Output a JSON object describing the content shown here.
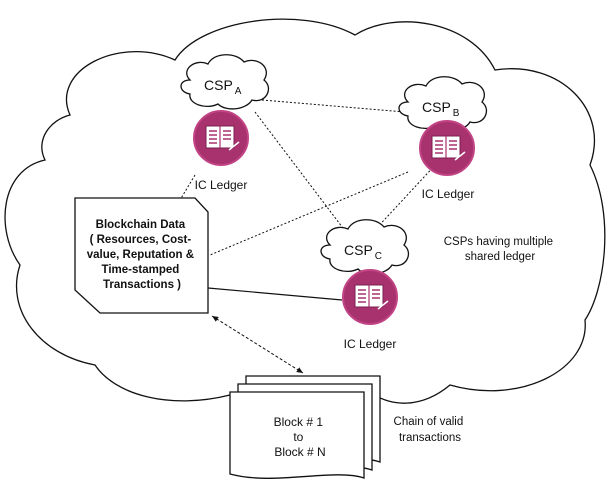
{
  "nodes": {
    "csp_a": {
      "label": "CSP",
      "sub": "A",
      "ledger": "IC Ledger"
    },
    "csp_b": {
      "label": "CSP",
      "sub": "B",
      "ledger": "IC Ledger"
    },
    "csp_c": {
      "label": "CSP",
      "sub": "C",
      "ledger": "IC Ledger"
    }
  },
  "blockchain_data": {
    "lines": [
      "Blockchain Data",
      "( Resources, Cost-",
      "value, Reputation &",
      "Time-stamped",
      "Transactions )"
    ]
  },
  "blocks": {
    "lines": [
      "Block # 1",
      "to",
      "Block  # N"
    ]
  },
  "notes": {
    "shared": [
      "CSPs having multiple",
      "shared ledger"
    ],
    "chain": [
      "Chain of valid",
      "transactions"
    ]
  },
  "colors": {
    "ledger_fill": "#a8326e",
    "ledger_ring": "#c24485",
    "stroke": "#111111"
  },
  "icons": {
    "ledger": "ledger-book-icon"
  }
}
